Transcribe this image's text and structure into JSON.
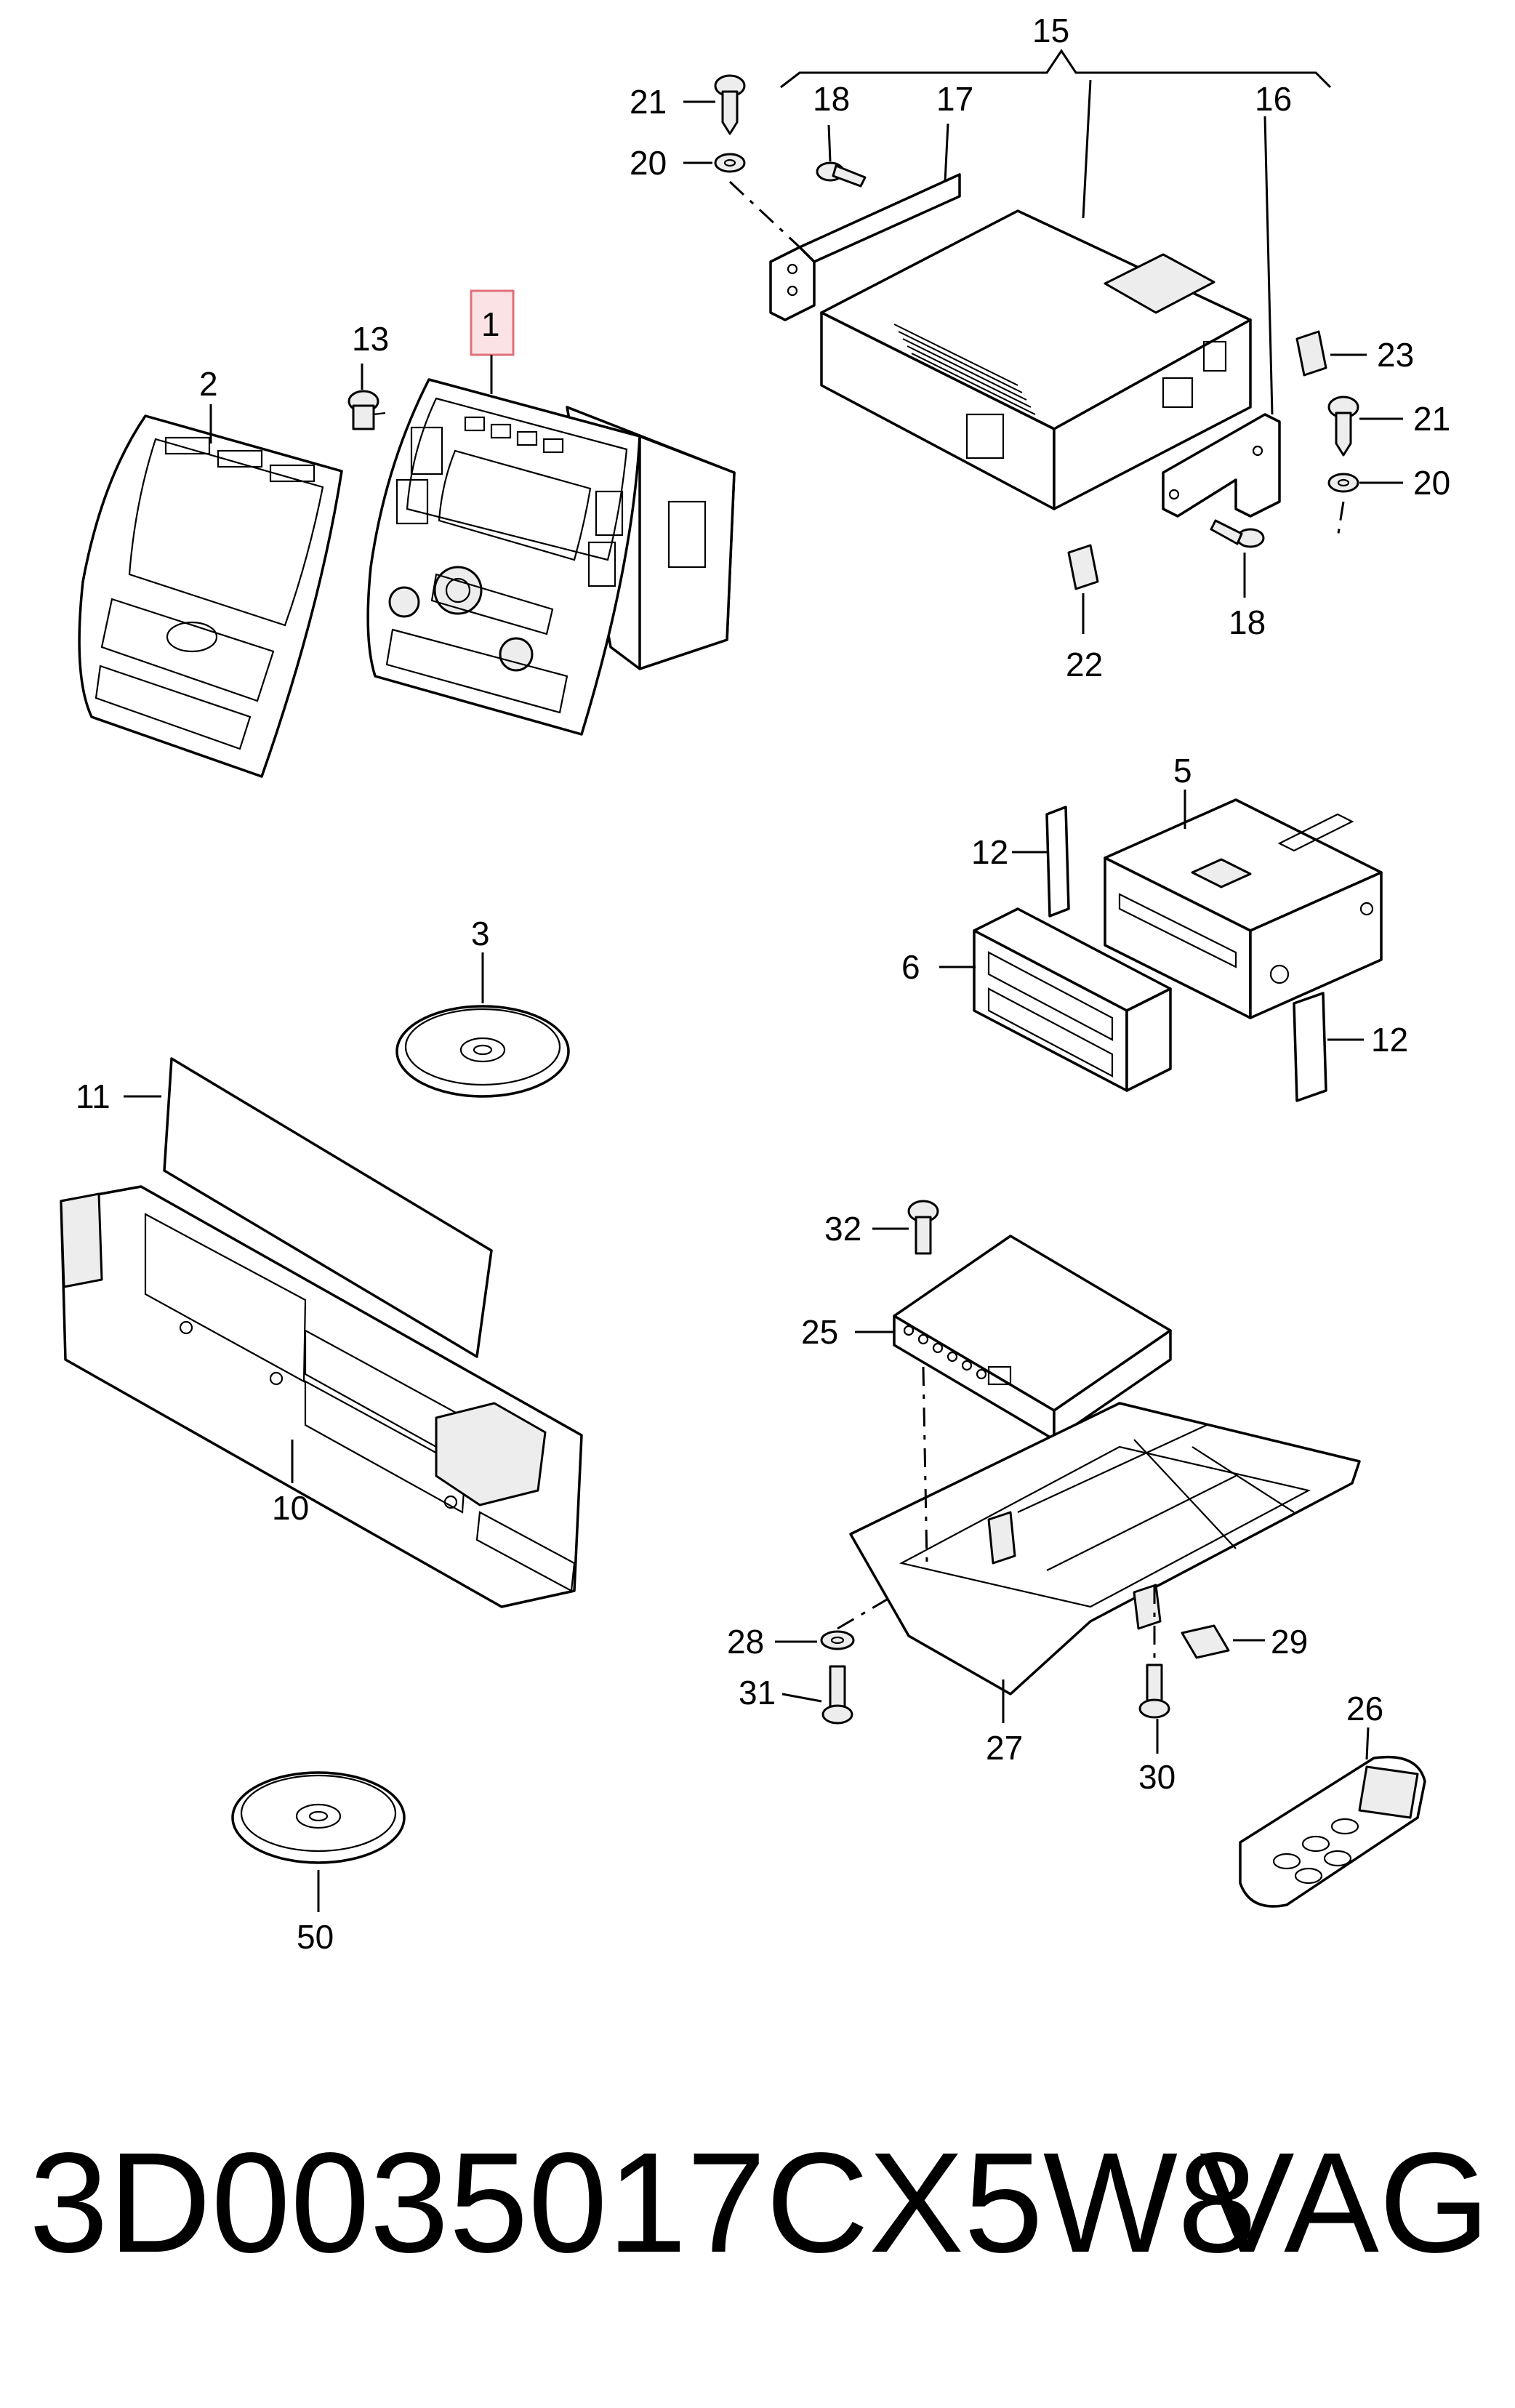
{
  "labels": {
    "p1": "1",
    "p2": "2",
    "p3": "3",
    "p5": "5",
    "p6": "6",
    "p10": "10",
    "p11": "11",
    "p12a": "12",
    "p12b": "12",
    "p13": "13",
    "p15": "15",
    "p16": "16",
    "p17": "17",
    "p18a": "18",
    "p18b": "18",
    "p20a": "20",
    "p20b": "20",
    "p21a": "21",
    "p21b": "21",
    "p22": "22",
    "p23": "23",
    "p25": "25",
    "p26": "26",
    "p27": "27",
    "p28": "28",
    "p29": "29",
    "p30": "30",
    "p31": "31",
    "p32": "32",
    "p50": "50"
  },
  "highlight": {
    "part": "1",
    "border_color": "#e0707a",
    "fill_color": "#fbe3e5"
  },
  "footer": {
    "part_number": "3D0035017CX5W8",
    "brand": "VAG"
  }
}
